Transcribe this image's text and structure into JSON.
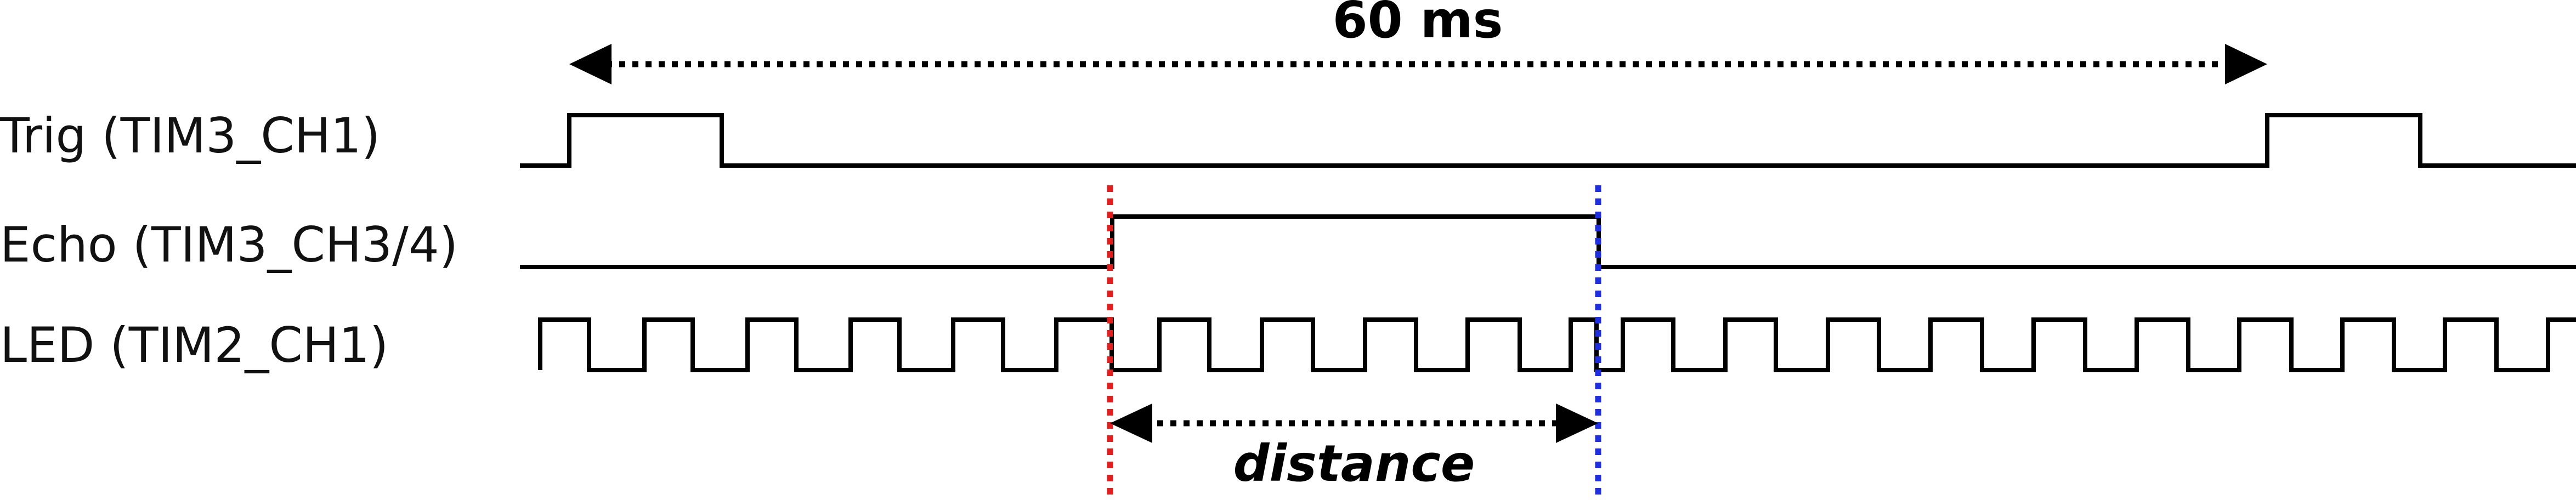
{
  "period_label": "60 ms",
  "signals": [
    {
      "id": "trig",
      "label": "Trig (TIM3_CH1)"
    },
    {
      "id": "echo",
      "label": "Echo (TIM3_CH3/4)"
    },
    {
      "id": "led",
      "label": "LED (TIM2_CH1)"
    }
  ],
  "distance_label": "distance",
  "colors": {
    "echo_rise_marker": "#e02020",
    "echo_fall_marker": "#1f2fe0",
    "waveform": "#000000"
  }
}
